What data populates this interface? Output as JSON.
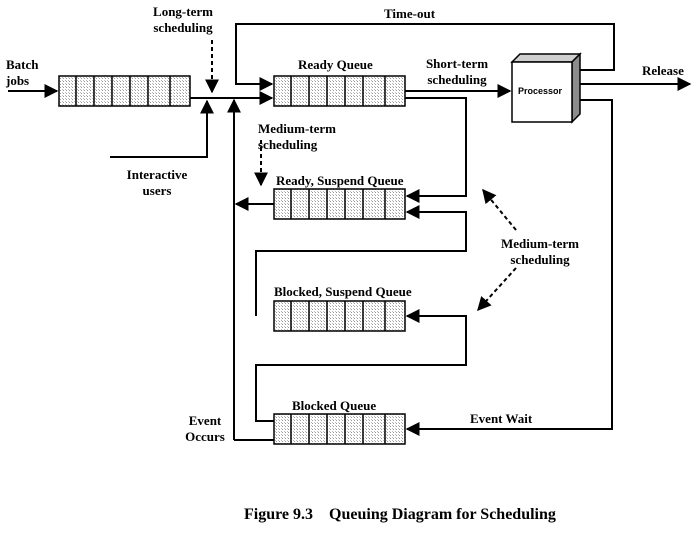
{
  "labels": {
    "batch_jobs": "Batch\njobs",
    "long_term": "Long-term\nscheduling",
    "time_out": "Time-out",
    "ready_queue": "Ready Queue",
    "short_term": "Short-term\nscheduling",
    "processor": "Processor",
    "release": "Release",
    "medium_term_1": "Medium-term\nscheduling",
    "interactive_users": "Interactive\nusers",
    "ready_suspend_queue": "Ready, Suspend Queue",
    "medium_term_2": "Medium-term\nscheduling",
    "blocked_suspend_queue": "Blocked, Suspend Queue",
    "blocked_queue": "Blocked Queue",
    "event_wait": "Event Wait",
    "event_occurs": "Event\nOccurs"
  },
  "caption": "Figure 9.3    Queuing Diagram for Scheduling"
}
